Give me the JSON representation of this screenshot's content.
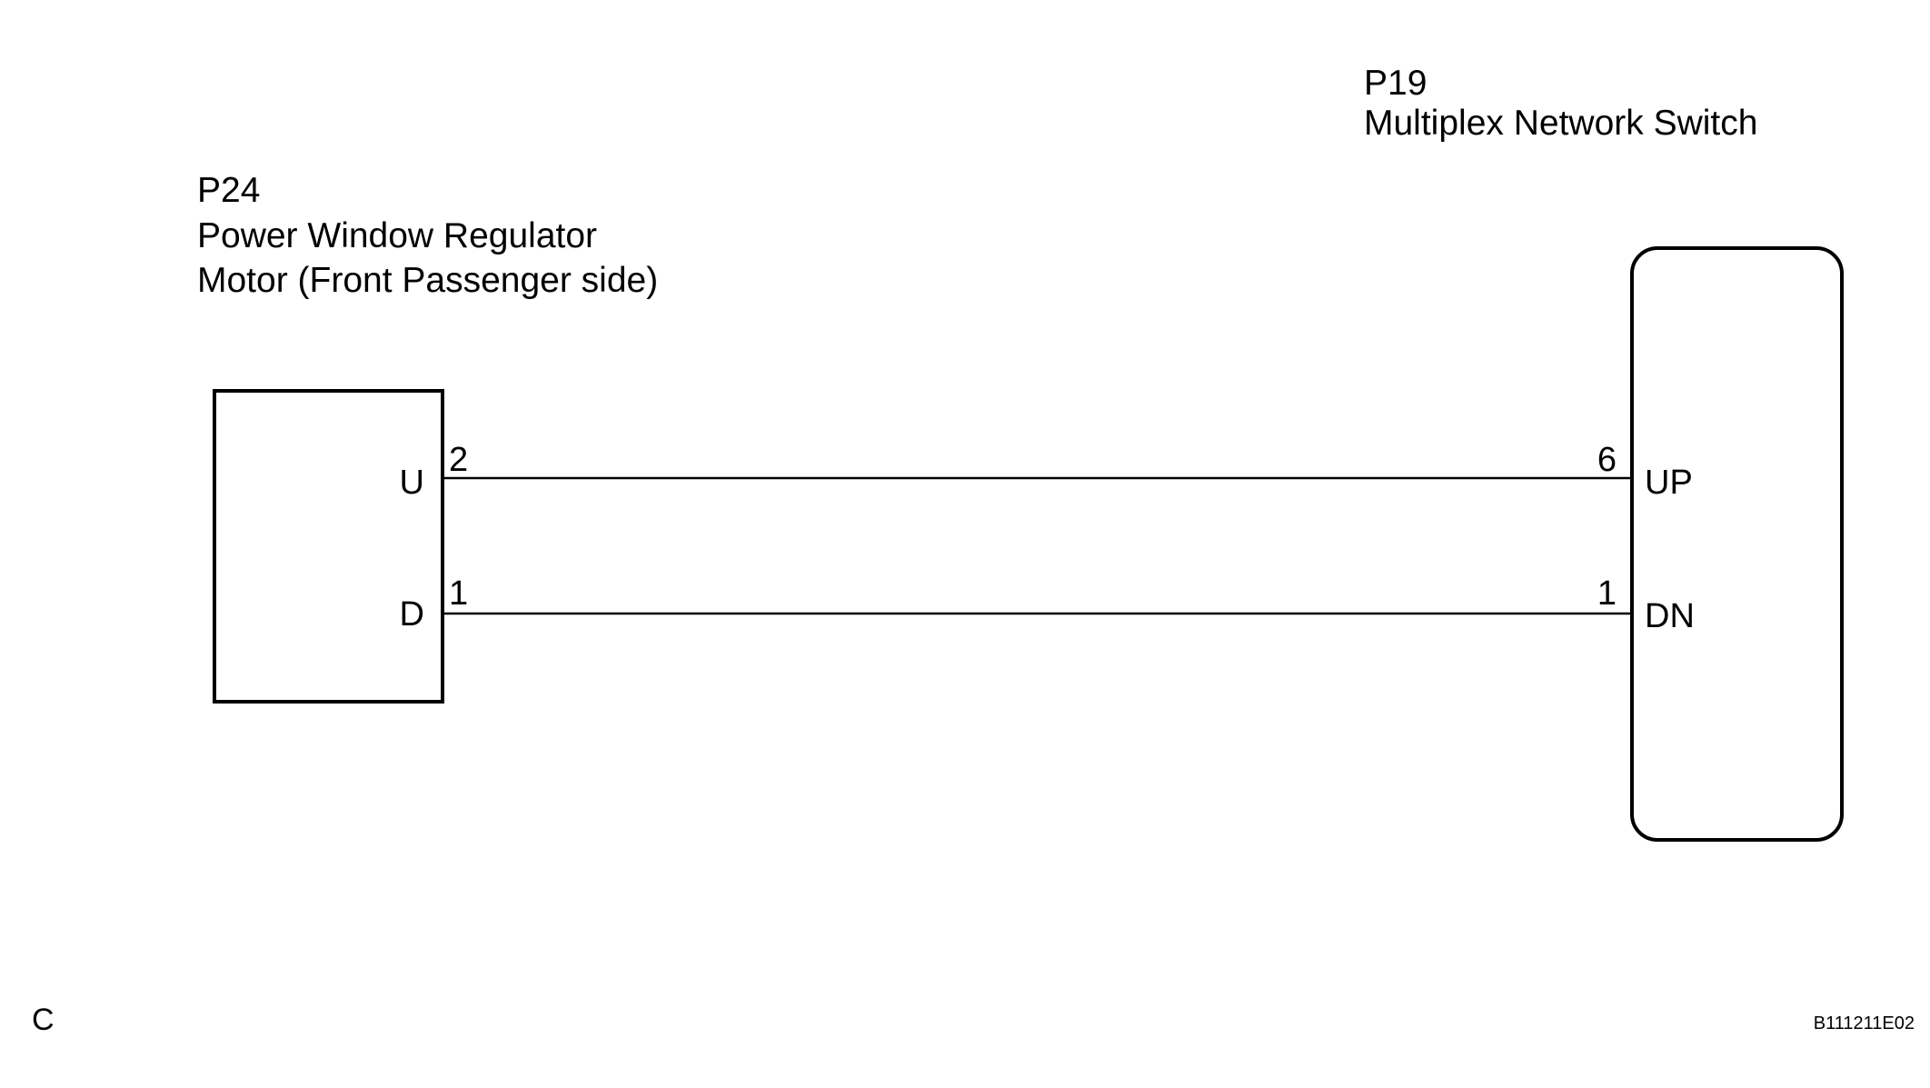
{
  "left_component": {
    "code": "P24",
    "name_line1": "Power Window Regulator",
    "name_line2": "Motor (Front Passenger side)",
    "terminals": [
      {
        "label": "U",
        "pin": "2"
      },
      {
        "label": "D",
        "pin": "1"
      }
    ]
  },
  "right_component": {
    "code": "P19",
    "name": "Multiplex Network Switch",
    "terminals": [
      {
        "label": "UP",
        "pin": "6"
      },
      {
        "label": "DN",
        "pin": "1"
      }
    ]
  },
  "footer": {
    "corner_letter": "C",
    "figure_code": "B111211E02"
  },
  "colors": {
    "line": "#000000",
    "background": "#ffffff"
  }
}
